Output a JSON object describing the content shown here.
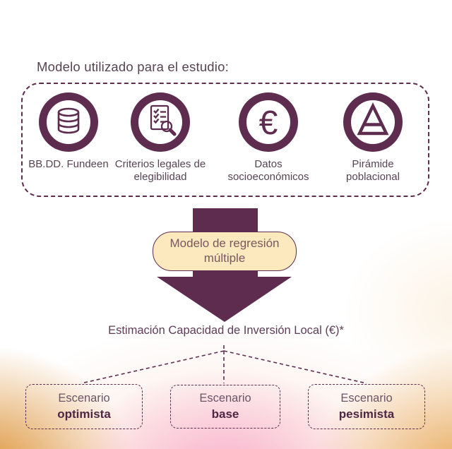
{
  "header": {
    "title": "Modelo utilizado para el estudio:"
  },
  "model_box": {
    "items": [
      {
        "icon": "database-icon",
        "label": "BB.DD. Fundeen",
        "label_lines": [
          "BB.DD. Fundeen"
        ]
      },
      {
        "icon": "eligibility-criteria-icon",
        "label": "Criterios legales de elegibilidad",
        "label_lines": [
          "Criterios legales de",
          "elegibilidad"
        ]
      },
      {
        "icon": "euro-icon",
        "label": "Datos socioeconómicos",
        "label_lines": [
          "Datos",
          "socioeconómicos"
        ],
        "glyph": "€"
      },
      {
        "icon": "population-pyramid-icon",
        "label": "Pirámide poblacional",
        "label_lines": [
          "Pirámide",
          "poblacional"
        ]
      }
    ]
  },
  "pill": {
    "label": "Modelo de regresión múltiple",
    "label_lines": [
      "Modelo de regresión",
      "múltiple"
    ]
  },
  "estimation": {
    "label": "Estimación Capacidad de Inversión Local (€)*"
  },
  "scenarios": [
    {
      "line1": "Escenario",
      "line2": "optimista"
    },
    {
      "line1": "Escenario",
      "line2": "base"
    },
    {
      "line1": "Escenario",
      "line2": "pesimista"
    }
  ],
  "colors": {
    "primary": "#5e2c4e",
    "text_plum": "#584352",
    "pill_bg": "#fce9bd",
    "pill_text": "#7b575f",
    "estimation_text": "#5d3d56",
    "scenario_prefix": "#6b5666",
    "scenario_bold": "#4e2744",
    "bg_orange_left": "#db8f30",
    "bg_pink": "#fab1d0",
    "bg_orange_right": "#e5a048",
    "bg_peach": "#f6cdba",
    "bg_cream": "#fbeedb"
  }
}
